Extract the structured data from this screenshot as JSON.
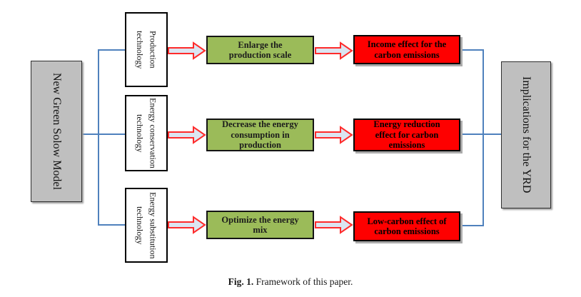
{
  "caption": {
    "label": "Fig. 1.",
    "text": "Framework of this paper."
  },
  "nodes": {
    "source": "New Green Solow Model",
    "sink": "Implications for the YRD"
  },
  "rows": [
    {
      "technology": "Production\ntechnology",
      "mechanism": "Enlarge the\nproduction scale",
      "effect": "Income effect for the\ncarbon emissions"
    },
    {
      "technology": "Energy conservation\ntechnology",
      "mechanism": "Decrease the energy\nconsumption in\nproduction",
      "effect": "Energy reduction\neffect for carbon\nemissions"
    },
    {
      "technology": "Energy substitution\ntechnology",
      "mechanism": "Optimize the energy\nmix",
      "effect": "Low-carbon effect of\ncarbon emissions"
    }
  ],
  "colors": {
    "endpoint_fill": "#bfbfbf",
    "mechanism_fill": "#9bbb59",
    "effect_fill": "#fe0000",
    "connector_blue": "#4f81bd",
    "arrow_outline": "#ff2b2b",
    "arrow_fill": "#dbe5f1"
  }
}
